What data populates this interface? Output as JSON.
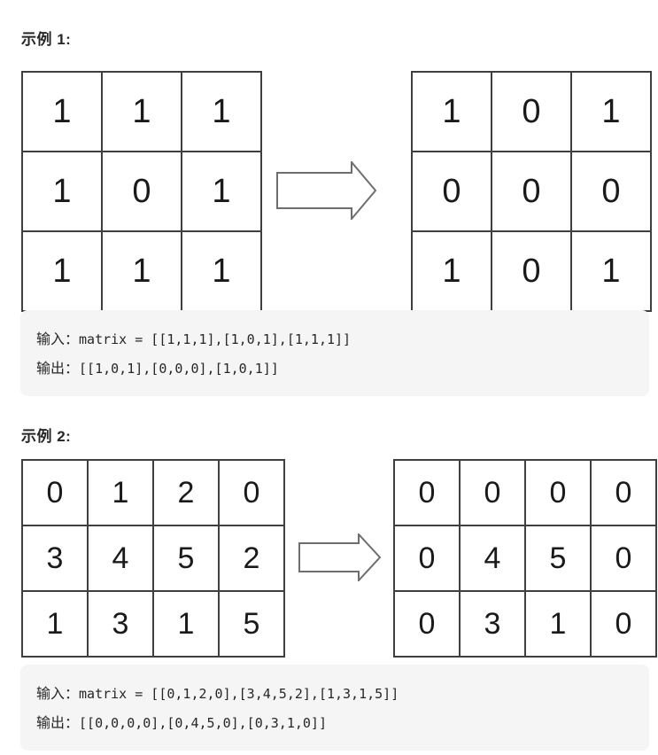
{
  "colors": {
    "purple": "#e6d9e8",
    "blue": "#d7e6f8",
    "white": "#ffffff",
    "grid_border": "#3f3f3f",
    "code_background": "#f5f5f5",
    "arrow_stroke": "#6e6e6e"
  },
  "examples": [
    {
      "title": "示例 1:",
      "input_matrix": {
        "values": [
          [
            1,
            1,
            1
          ],
          [
            1,
            0,
            1
          ],
          [
            1,
            1,
            1
          ]
        ],
        "colors": [
          [
            "w",
            "w",
            "w"
          ],
          [
            "w",
            "p",
            "w"
          ],
          [
            "w",
            "w",
            "w"
          ]
        ]
      },
      "output_matrix": {
        "values": [
          [
            1,
            0,
            1
          ],
          [
            0,
            0,
            0
          ],
          [
            1,
            0,
            1
          ]
        ],
        "colors": [
          [
            "w",
            "b",
            "w"
          ],
          [
            "b",
            "p",
            "b"
          ],
          [
            "w",
            "b",
            "w"
          ]
        ]
      },
      "io": {
        "input_label": "输入：",
        "input_code": "matrix = [[1,1,1],[1,0,1],[1,1,1]]",
        "output_label": "输出：",
        "output_code": "[[1,0,1],[0,0,0],[1,0,1]]"
      }
    },
    {
      "title": "示例 2:",
      "input_matrix": {
        "values": [
          [
            0,
            1,
            2,
            0
          ],
          [
            3,
            4,
            5,
            2
          ],
          [
            1,
            3,
            1,
            5
          ]
        ],
        "colors": [
          [
            "p",
            "w",
            "w",
            "p"
          ],
          [
            "w",
            "w",
            "w",
            "w"
          ],
          [
            "w",
            "w",
            "w",
            "w"
          ]
        ]
      },
      "output_matrix": {
        "values": [
          [
            0,
            0,
            0,
            0
          ],
          [
            0,
            4,
            5,
            0
          ],
          [
            0,
            3,
            1,
            0
          ]
        ],
        "colors": [
          [
            "p",
            "b",
            "b",
            "p"
          ],
          [
            "b",
            "w",
            "w",
            "b"
          ],
          [
            "b",
            "w",
            "w",
            "b"
          ]
        ]
      },
      "io": {
        "input_label": "输入：",
        "input_code": "matrix = [[0,1,2,0],[3,4,5,2],[1,3,1,5]]",
        "output_label": "输出：",
        "output_code": "[[0,0,0,0],[0,4,5,0],[0,3,1,0]]"
      }
    }
  ]
}
